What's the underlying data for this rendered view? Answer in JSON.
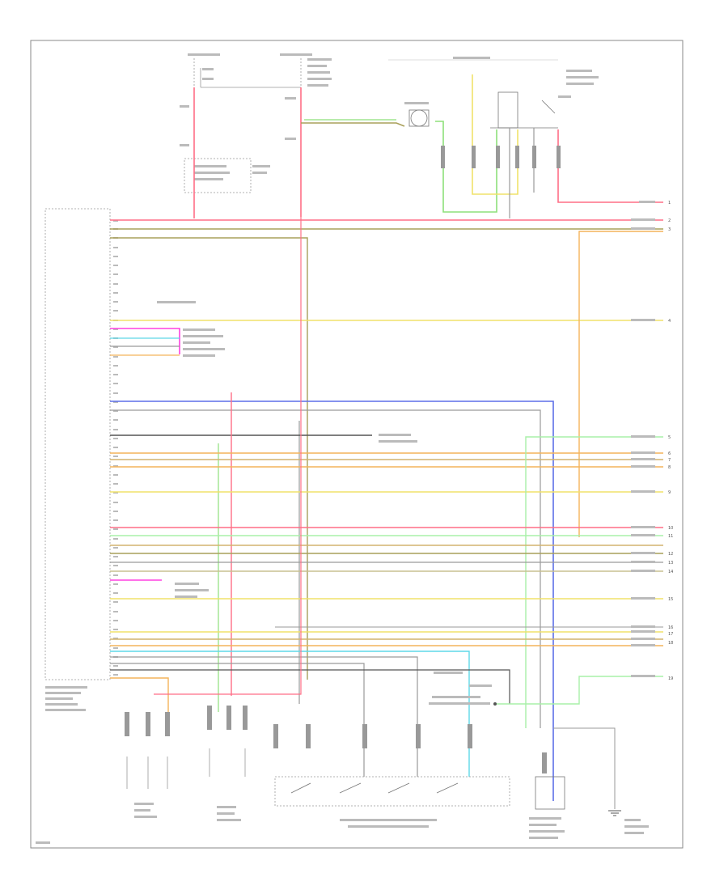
{
  "colors": {
    "red": "#ff6e86",
    "pink": "#ff6e86",
    "yellow": "#f0e26a",
    "olive": "#a9a05a",
    "green": "#8ee07a",
    "lightgreen": "#a8f0a8",
    "blue": "#5d6fe8",
    "orange": "#f4b45a",
    "gray": "#9a9a9a",
    "black": "#555555",
    "magenta": "#ff40e0",
    "cyan": "#5fd8e8",
    "tan": "#d2b46e"
  },
  "edge_numbers": {
    "n1": "1",
    "n2": "2",
    "n3": "3",
    "n4": "4",
    "n5": "5",
    "n6": "6",
    "n7": "7",
    "n8": "8",
    "n9": "9",
    "n10": "10",
    "n11": "11",
    "n12": "12",
    "n13": "13",
    "n14": "14",
    "n15": "15",
    "n16": "16",
    "n17": "17",
    "n18": "18",
    "n19": "19"
  },
  "icons": {
    "ground": "ground-icon",
    "connector": "connector-icon",
    "switch": "switch-icon"
  }
}
